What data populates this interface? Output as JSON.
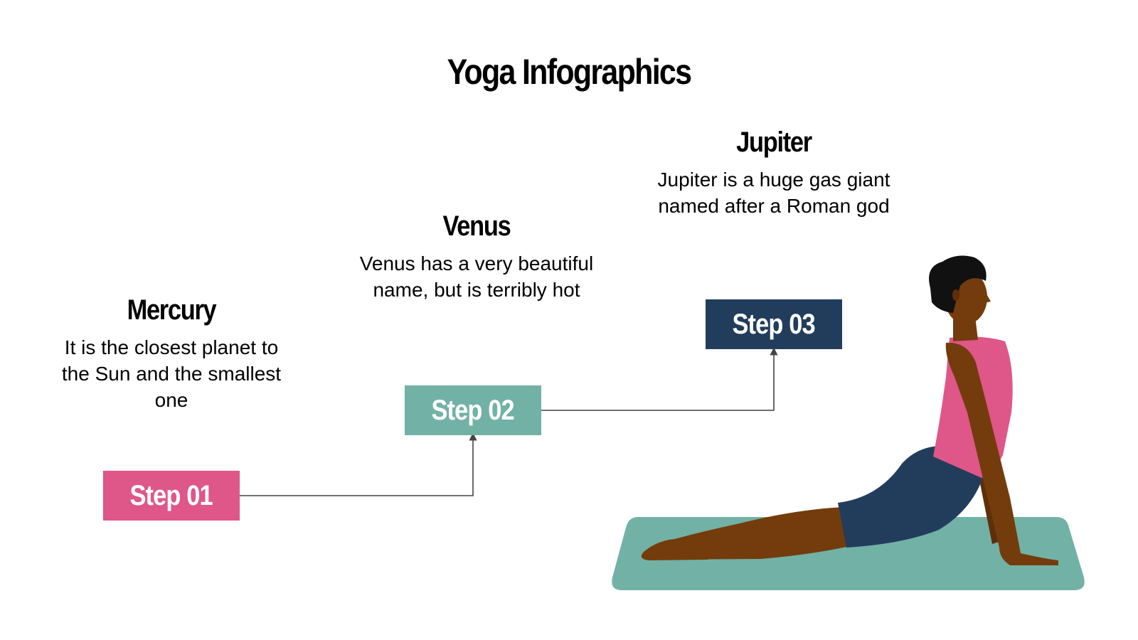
{
  "title": "Yoga Infographics",
  "colors": {
    "pink": "#df5689",
    "teal": "#72b1a6",
    "navy": "#223d5c",
    "skin": "#743c0c",
    "hair": "#111111",
    "connector": "#444444"
  },
  "steps": [
    {
      "label": "Step 01",
      "heading": "Mercury",
      "description": "It is the closest planet to the Sun and the smallest one"
    },
    {
      "label": "Step 02",
      "heading": "Venus",
      "description": "Venus has a very beautiful name, but is terribly hot"
    },
    {
      "label": "Step 03",
      "heading": "Jupiter",
      "description": "Jupiter is a huge gas giant named after a Roman god"
    }
  ],
  "illustration": {
    "subject": "person-cobra-pose-icon",
    "mat": "yoga-mat-icon"
  }
}
